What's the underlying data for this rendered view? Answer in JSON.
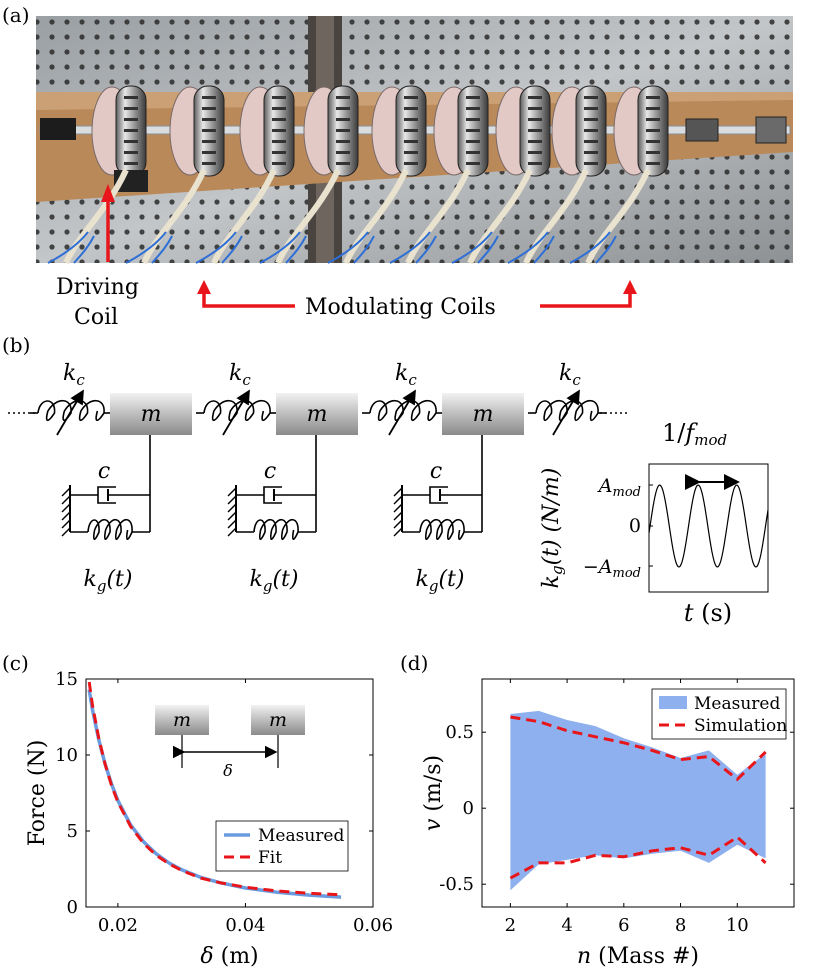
{
  "panel_a": {
    "label": "(a)",
    "driving_coil_line1": "Driving",
    "driving_coil_line2": "Coil",
    "modulating_coils": "Modulating Coils"
  },
  "panel_b": {
    "label": "(b)",
    "kc": "k",
    "kc_sub": "c",
    "mass": "m",
    "damper": "c",
    "kg": "k",
    "kg_sub": "g",
    "kg_arg": "(t)",
    "inset": {
      "period_label_prefix": "1/",
      "period_label_f": "f",
      "period_label_sub": "mod",
      "ylabel_k": "k",
      "ylabel_sub": "g",
      "ylabel_rest": "(t) (N/m)",
      "xlabel_t": "t",
      "xlabel_rest": " (s)",
      "ytick_top": "A",
      "ytick_top_sub": "mod",
      "ytick_mid": "0",
      "ytick_bot": "−A",
      "ytick_bot_sub": "mod"
    }
  },
  "panel_c": {
    "label": "(c)",
    "inset_mass_left": "m",
    "inset_mass_right": "m",
    "inset_delta": "δ"
  },
  "panel_d": {
    "label": "(d)"
  },
  "colors": {
    "measured_line": "#6a9be0",
    "measured_fill": "#8fb0ee",
    "fit_red": "#e8161b",
    "arrow_red": "#e8161b"
  },
  "chart_data": [
    {
      "type": "line",
      "xlabel_symbol": "δ",
      "xlabel_unit": "(m)",
      "ylabel": "Force (N)",
      "xlim": [
        0.015,
        0.06
      ],
      "ylim": [
        0,
        15
      ],
      "xticks": [
        0.02,
        0.04,
        0.06
      ],
      "xtick_labels": [
        "0.02",
        "0.04",
        "0.06"
      ],
      "yticks": [
        0,
        5,
        10,
        15
      ],
      "ytick_labels": [
        "0",
        "5",
        "10",
        "15"
      ],
      "legend_position": "bottom-right",
      "series": [
        {
          "name": "Measured",
          "x": [
            0.0155,
            0.016,
            0.017,
            0.018,
            0.019,
            0.02,
            0.022,
            0.024,
            0.026,
            0.028,
            0.03,
            0.033,
            0.036,
            0.04,
            0.045,
            0.05,
            0.055
          ],
          "y": [
            14.3,
            13.0,
            11.0,
            9.4,
            8.1,
            7.0,
            5.4,
            4.3,
            3.5,
            2.9,
            2.45,
            1.95,
            1.6,
            1.25,
            0.97,
            0.78,
            0.65
          ]
        },
        {
          "name": "Fit",
          "x": [
            0.0155,
            0.016,
            0.017,
            0.018,
            0.019,
            0.02,
            0.022,
            0.024,
            0.026,
            0.028,
            0.03,
            0.033,
            0.036,
            0.04,
            0.045,
            0.05,
            0.055
          ],
          "y": [
            14.8,
            13.3,
            11.1,
            9.4,
            8.0,
            6.9,
            5.3,
            4.2,
            3.4,
            2.85,
            2.4,
            1.9,
            1.6,
            1.3,
            1.05,
            0.9,
            0.8
          ]
        }
      ]
    },
    {
      "type": "area",
      "xlabel_symbol": "n",
      "xlabel_unit": "(Mass #)",
      "ylabel_symbol": "v",
      "ylabel_unit": "(m/s)",
      "xlim": [
        1,
        12
      ],
      "ylim": [
        -0.65,
        0.85
      ],
      "xticks": [
        2,
        4,
        6,
        8,
        10
      ],
      "xtick_labels": [
        "2",
        "4",
        "6",
        "8",
        "10"
      ],
      "yticks": [
        -0.5,
        0,
        0.5
      ],
      "ytick_labels": [
        "-0.5",
        "0",
        "0.5"
      ],
      "legend_position": "top-right",
      "series": [
        {
          "name": "Measured",
          "x": [
            2,
            3,
            4,
            5,
            6,
            7,
            8,
            9,
            10,
            11
          ],
          "upper": [
            0.62,
            0.64,
            0.58,
            0.54,
            0.46,
            0.4,
            0.33,
            0.38,
            0.22,
            0.36
          ],
          "lower": [
            -0.54,
            -0.37,
            -0.34,
            -0.31,
            -0.33,
            -0.3,
            -0.28,
            -0.36,
            -0.24,
            -0.33
          ]
        },
        {
          "name": "Simulation",
          "x": [
            2,
            3,
            4,
            5,
            6,
            7,
            8,
            9,
            10,
            11
          ],
          "upper": [
            0.6,
            0.57,
            0.51,
            0.47,
            0.43,
            0.38,
            0.32,
            0.34,
            0.19,
            0.37
          ],
          "lower": [
            -0.46,
            -0.36,
            -0.36,
            -0.31,
            -0.32,
            -0.28,
            -0.26,
            -0.31,
            -0.19,
            -0.36
          ]
        }
      ]
    }
  ]
}
